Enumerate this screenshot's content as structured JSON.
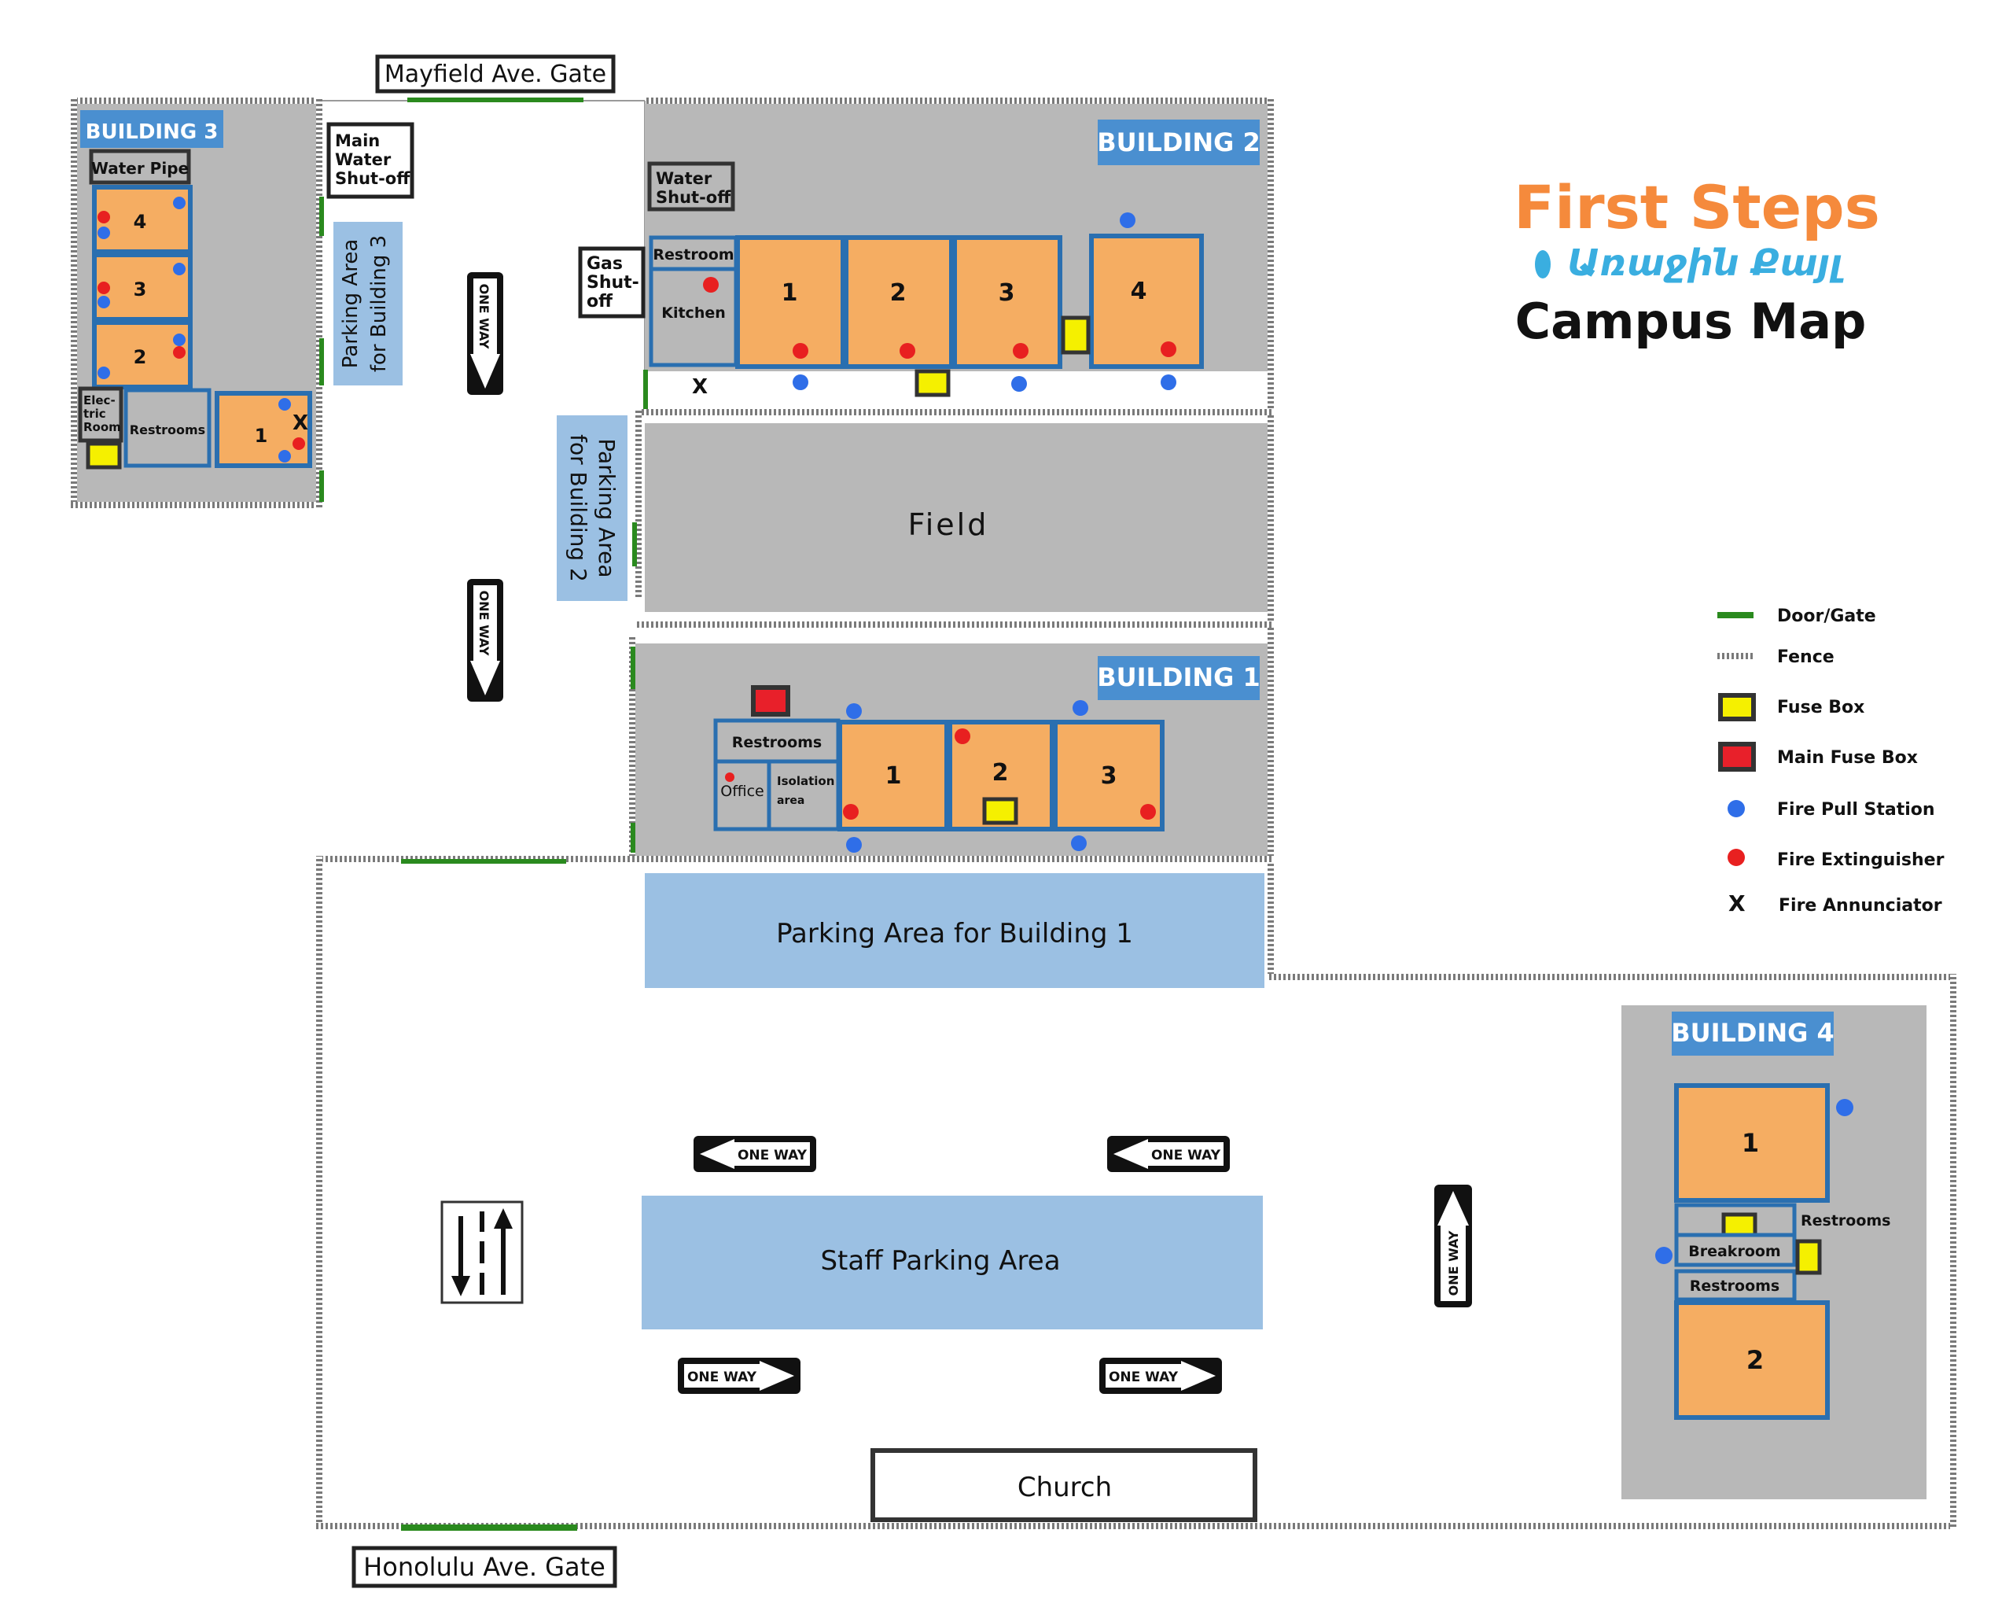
{
  "gates": {
    "top": "Mayfield Ave. Gate",
    "bottom": "Honolulu Ave. Gate"
  },
  "buildings": {
    "b1": {
      "label": "BUILDING 1",
      "rooms": [
        "1",
        "2",
        "3"
      ],
      "restrooms": "Restrooms",
      "office": "Office",
      "isolation1": "Isolation",
      "isolation2": "area"
    },
    "b2": {
      "label": "BUILDING 2",
      "rooms": [
        "1",
        "2",
        "3",
        "4"
      ],
      "restroom": "Restroom",
      "kitchen": "Kitchen"
    },
    "b3": {
      "label": "BUILDING 3",
      "rooms": [
        "4",
        "3",
        "2",
        "1"
      ],
      "water_pipe": "Water Pipe",
      "electric1": "Elec-",
      "electric2": "tric",
      "electric3": "Room",
      "restrooms": "Restrooms"
    },
    "b4": {
      "label": "BUILDING 4",
      "rooms": [
        "1",
        "2"
      ],
      "restrooms_side": "Restrooms",
      "breakroom": "Breakroom",
      "restrooms_lower": "Restrooms"
    }
  },
  "shutoffs": {
    "main_water": [
      "Main",
      "Water",
      "Shut-off"
    ],
    "water": [
      "Water",
      "Shut-off"
    ],
    "gas": [
      "Gas",
      "Shut-",
      "off"
    ]
  },
  "areas": {
    "field": "Field",
    "parking_b1": "Parking Area for Building 1",
    "parking_b2": [
      "Parking Area",
      "for Building 2"
    ],
    "parking_b3": [
      "Parking Area",
      "for Building 3"
    ],
    "staff_parking": "Staff Parking Area",
    "church": "Church"
  },
  "signs": {
    "one_way": "ONE WAY"
  },
  "markers": {
    "annunciator": "X"
  },
  "logo": {
    "line1": "First Steps",
    "line2": "Առաջին Քայլ",
    "title": "Campus Map"
  },
  "legend": [
    {
      "symbol": "door",
      "label": "Door/Gate"
    },
    {
      "symbol": "fence",
      "label": "Fence"
    },
    {
      "symbol": "fuse",
      "label": "Fuse Box"
    },
    {
      "symbol": "main-fuse",
      "label": "Main Fuse Box"
    },
    {
      "symbol": "pull-station",
      "label": "Fire Pull Station"
    },
    {
      "symbol": "extinguisher",
      "label": "Fire Extinguisher"
    },
    {
      "symbol": "annunciator",
      "label": "Fire Annunciator"
    }
  ],
  "colors": {
    "room": "#f5ad62",
    "room_border": "#2a6fb0",
    "building_bg": "#b8b8b8",
    "label_bg": "#4a8fd0",
    "parking": "#9bc0e3",
    "door": "#2a8a1e",
    "fuse": "#f5f000",
    "main_fuse": "#e8202a",
    "pull_station": "#2f6ee8",
    "extinguisher": "#e82020",
    "logo_orange": "#f58a3c",
    "logo_blue": "#3aaee0"
  }
}
